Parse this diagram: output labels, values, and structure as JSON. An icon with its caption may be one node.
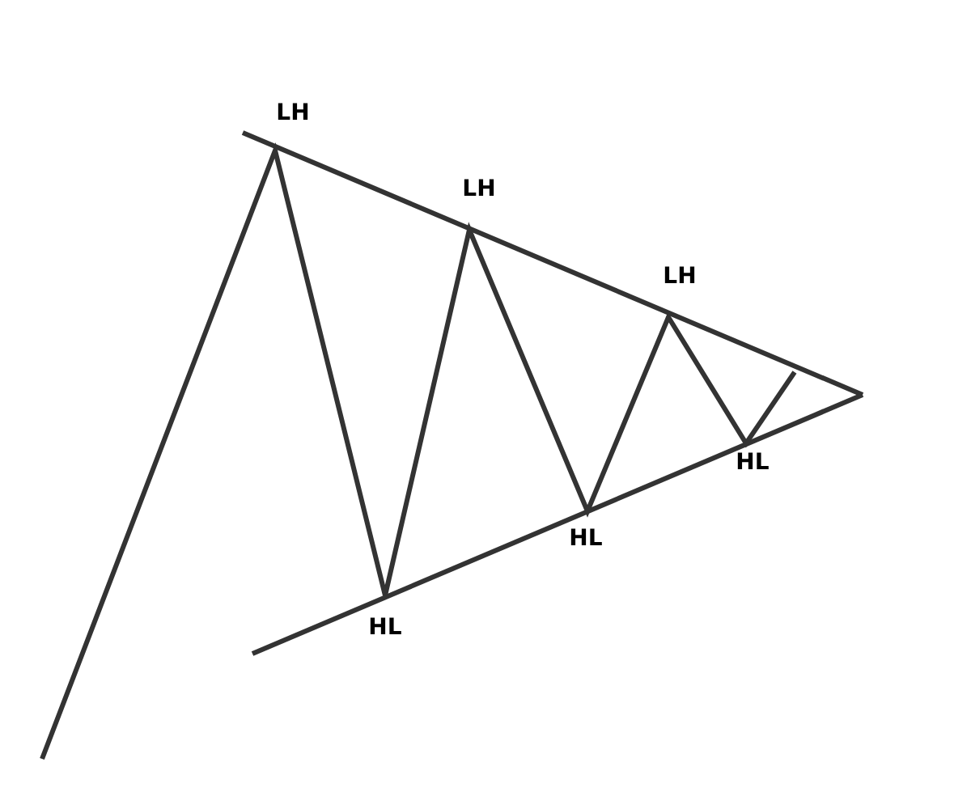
{
  "diagram": {
    "labels": [
      "LH",
      "LH",
      "LH",
      "HL",
      "HL",
      "HL"
    ]
  }
}
